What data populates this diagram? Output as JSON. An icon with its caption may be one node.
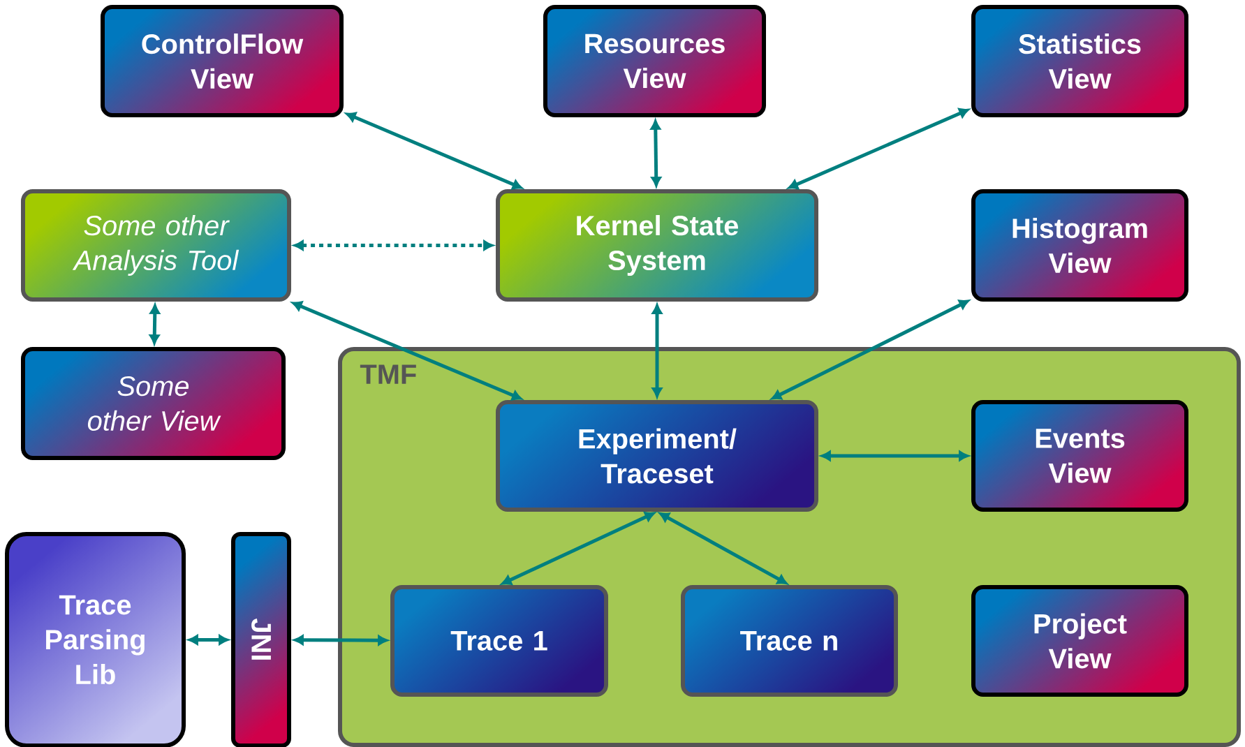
{
  "diagram": {
    "nodes": [
      {
        "text": [
          "TMF"
        ]
      },
      {
        "text": [
          "ControlFlow View"
        ]
      },
      {
        "text": [
          "Resources View"
        ]
      },
      {
        "text": [
          "Statistics View"
        ]
      },
      {
        "text": [
          "Some other Analysis Tool"
        ]
      },
      {
        "text": [
          "Kernel State System"
        ]
      },
      {
        "text": [
          "Histogram View"
        ]
      },
      {
        "text": [
          "Some other View"
        ]
      },
      {
        "text": [
          "Experiment/ Traceset"
        ],
        "in": 0
      },
      {
        "text": [
          "Events View"
        ],
        "in": 0
      },
      {
        "text": [
          "Trace Parsing Lib"
        ]
      },
      {
        "text": [
          "JNI"
        ]
      },
      {
        "text": [
          "Trace 1"
        ],
        "in": 0
      },
      {
        "text": [
          "Trace n"
        ],
        "in": 0
      },
      {
        "text": [
          "Project View"
        ],
        "in": 0
      }
    ],
    "edges": [
      {
        "from": 1,
        "to": 5,
        "arrow": "both"
      },
      {
        "from": 2,
        "to": 5,
        "arrow": "both"
      },
      {
        "from": 3,
        "to": 5,
        "arrow": "both"
      },
      {
        "from": 4,
        "to": 5,
        "arrow": "both",
        "style": "dashed"
      },
      {
        "from": 4,
        "to": 8,
        "arrow": "both"
      },
      {
        "from": 5,
        "to": 8,
        "arrow": "both"
      },
      {
        "from": 6,
        "to": 8,
        "arrow": "both"
      },
      {
        "from": 4,
        "to": 7,
        "arrow": "both"
      },
      {
        "from": 8,
        "to": 9,
        "arrow": "both"
      },
      {
        "from": 8,
        "to": 12,
        "arrow": "both"
      },
      {
        "from": 8,
        "to": 13,
        "arrow": "both"
      },
      {
        "from": 10,
        "to": 11,
        "arrow": "both"
      },
      {
        "from": 11,
        "to": 12,
        "arrow": "both"
      }
    ]
  }
}
